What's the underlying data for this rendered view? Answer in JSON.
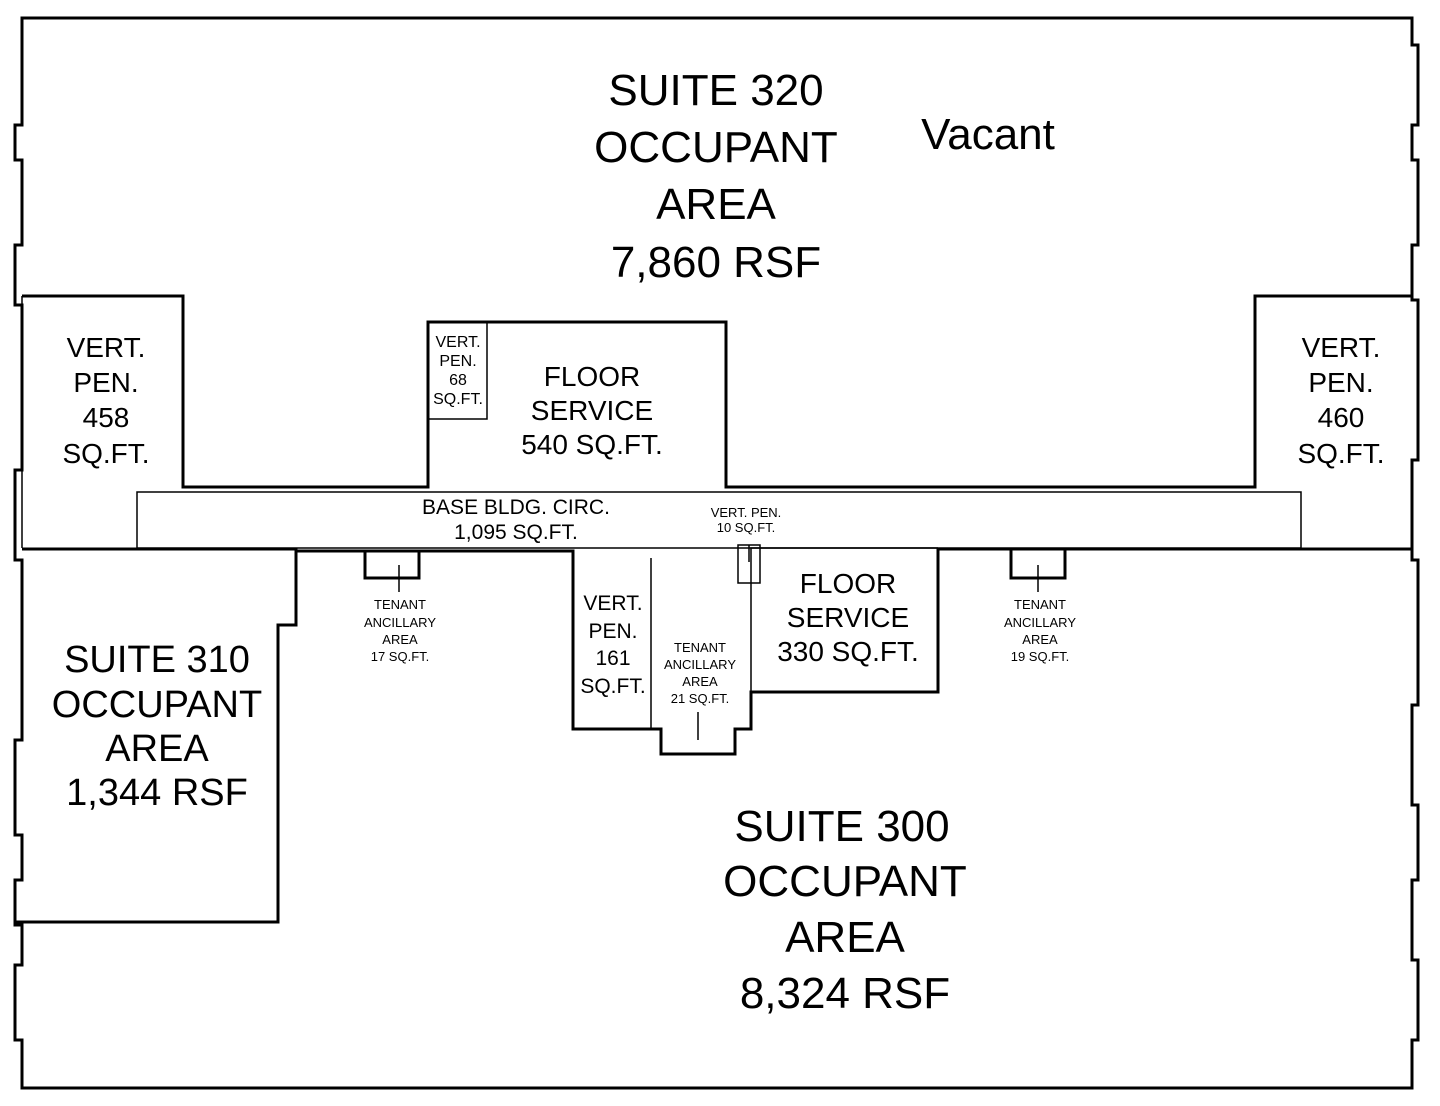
{
  "spaces": {
    "suite320": {
      "name": "SUITE 320",
      "line2": "OCCUPANT",
      "line3": "AREA",
      "area": "7,860 RSF",
      "status": "Vacant"
    },
    "suite310": {
      "name": "SUITE 310",
      "line2": "OCCUPANT",
      "line3": "AREA",
      "area": "1,344 RSF"
    },
    "suite300": {
      "name": "SUITE 300",
      "line2": "OCCUPANT",
      "line3": "AREA",
      "area": "8,324 RSF"
    },
    "vert_pen_left": {
      "l1": "VERT.",
      "l2": "PEN.",
      "l3": "458",
      "l4": "SQ.FT."
    },
    "vert_pen_right": {
      "l1": "VERT.",
      "l2": "PEN.",
      "l3": "460",
      "l4": "SQ.FT."
    },
    "vert_pen_68": {
      "l1": "VERT.",
      "l2": "PEN.",
      "l3": "68",
      "l4": "SQ.FT."
    },
    "vert_pen_161": {
      "l1": "VERT.",
      "l2": "PEN.",
      "l3": "161",
      "l4": "SQ.FT."
    },
    "vert_pen_10": {
      "l1": "VERT. PEN.",
      "l2": "10 SQ.FT."
    },
    "floor_service_540": {
      "l1": "FLOOR",
      "l2": "SERVICE",
      "l3": "540 SQ.FT."
    },
    "floor_service_330": {
      "l1": "FLOOR",
      "l2": "SERVICE",
      "l3": "330 SQ.FT."
    },
    "circulation": {
      "l1": "BASE BLDG. CIRC.",
      "l2": "1,095 SQ.FT."
    },
    "tenant_ancillary_17": {
      "l1": "TENANT",
      "l2": "ANCILLARY",
      "l3": "AREA",
      "l4": "17 SQ.FT."
    },
    "tenant_ancillary_21": {
      "l1": "TENANT",
      "l2": "ANCILLARY",
      "l3": "AREA",
      "l4": "21 SQ.FT."
    },
    "tenant_ancillary_19": {
      "l1": "TENANT",
      "l2": "ANCILLARY",
      "l3": "AREA",
      "l4": "19 SQ.FT."
    }
  }
}
